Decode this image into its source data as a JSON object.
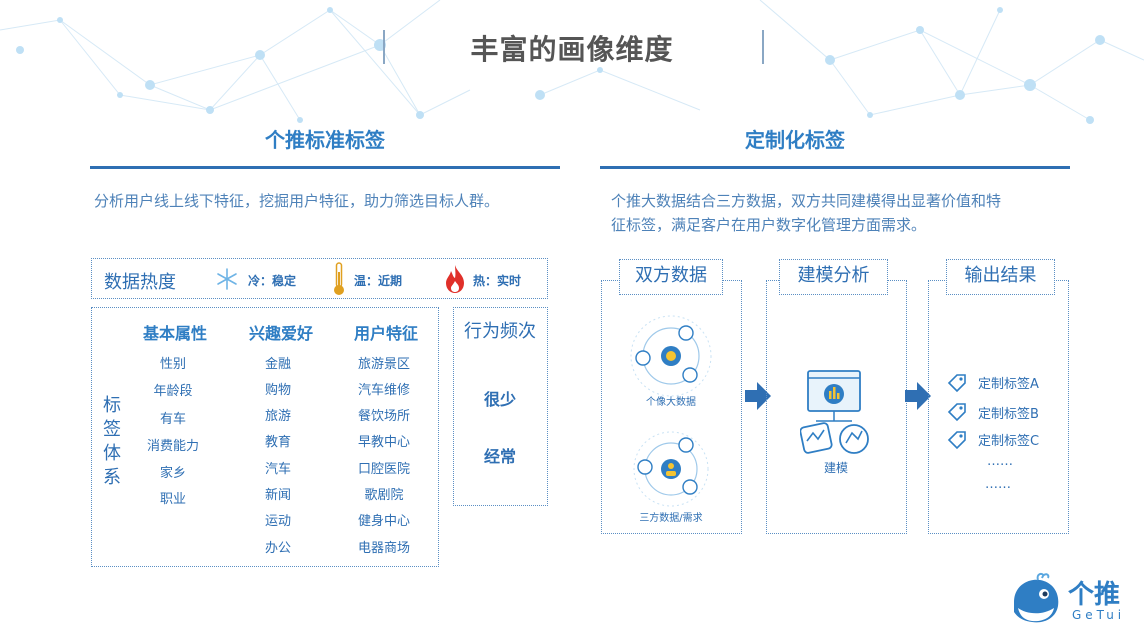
{
  "title": "丰富的画像维度",
  "left": {
    "heading": "个推标准标签",
    "description": "分析用户线上线下特征，挖掘用户特征，助力筛选目标人群。",
    "heat": {
      "label": "数据热度",
      "levels": [
        {
          "icon": "snowflake-icon",
          "text": "冷：稳定"
        },
        {
          "icon": "thermometer-icon",
          "text": "温：近期"
        },
        {
          "icon": "fire-icon",
          "text": "热：实时"
        }
      ]
    },
    "system_label": "标签体系",
    "columns": [
      {
        "title": "基本属性",
        "items": [
          "性别",
          "年龄段",
          "有车",
          "消费能力",
          "家乡",
          "职业"
        ]
      },
      {
        "title": "兴趣爱好",
        "items": [
          "金融",
          "购物",
          "旅游",
          "教育",
          "汽车",
          "新闻",
          "运动",
          "办公"
        ]
      },
      {
        "title": "用户特征",
        "items": [
          "旅游景区",
          "汽车维修",
          "餐饮场所",
          "早教中心",
          "口腔医院",
          "歌剧院",
          "健身中心",
          "电器商场"
        ]
      }
    ],
    "frequency": {
      "title": "行为频次",
      "items": [
        "很少",
        "经常"
      ]
    }
  },
  "right": {
    "heading": "定制化标签",
    "description_lines": [
      "个推大数据结合三方数据，双方共同建模得出显著价值和特",
      "征标签，满足客户在用户数字化管理方面需求。"
    ],
    "flow": {
      "source": {
        "title": "双方数据",
        "captions": [
          "个像大数据",
          "三方数据/需求"
        ]
      },
      "model": {
        "title": "建模分析",
        "caption": "建模"
      },
      "output": {
        "title": "输出结果",
        "tags": [
          "定制标签A",
          "定制标签B",
          "定制标签C",
          "……",
          "……"
        ]
      }
    }
  },
  "logo": {
    "name": "个推",
    "sub": "GeTui"
  },
  "colors": {
    "primary": "#2f6fb3",
    "accent": "#2f7ec4",
    "network": "#bfe0f5"
  }
}
